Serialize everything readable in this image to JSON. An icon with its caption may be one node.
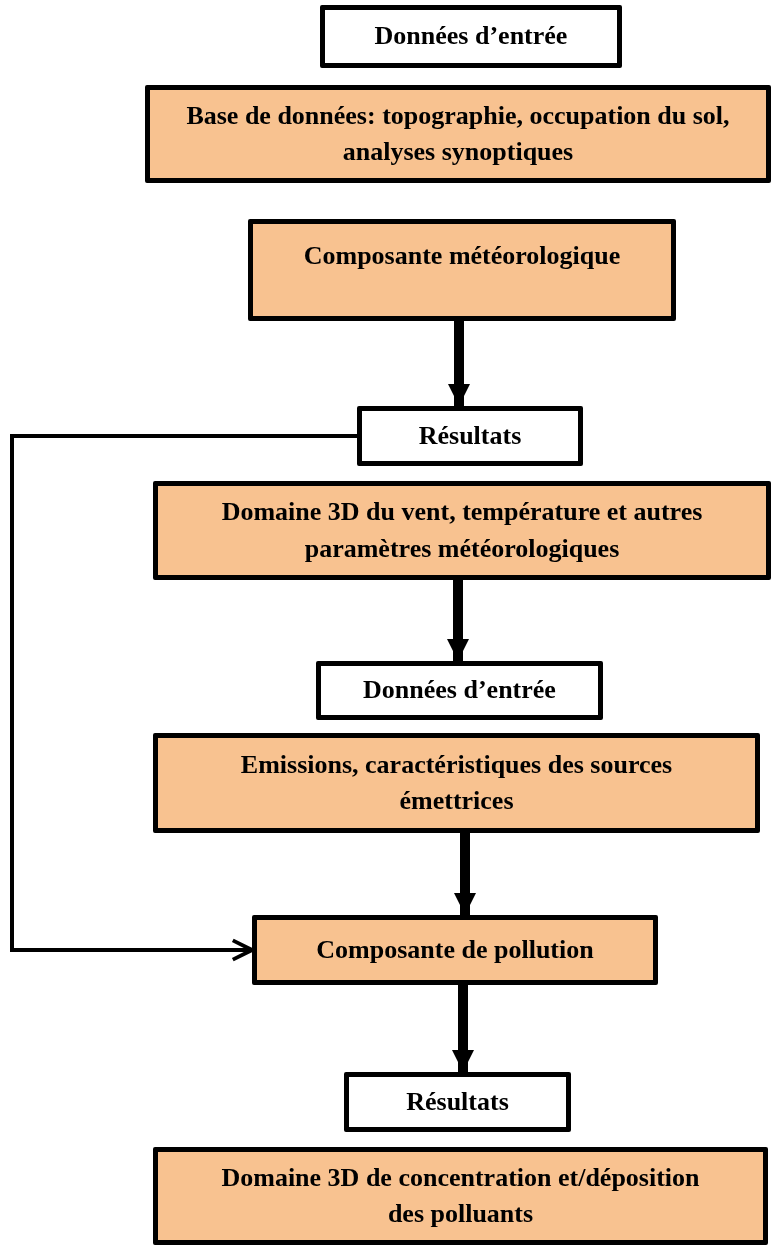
{
  "diagram": {
    "nodes": [
      {
        "text": [
          "Données d’entrée"
        ]
      },
      {
        "text": [
          "Base de données: topographie, occupation du sol, analyses synoptiques"
        ]
      },
      {
        "text": [
          "Composante météorologique"
        ]
      },
      {
        "text": [
          "Résultats"
        ]
      },
      {
        "text": [
          "Domaine 3D du vent, température et autres paramètres météorologiques"
        ]
      },
      {
        "text": [
          "Données d’entrée"
        ]
      },
      {
        "text": [
          "Emissions, caractéristiques des sources émettrices"
        ]
      },
      {
        "text": [
          "Composante de pollution"
        ]
      },
      {
        "text": [
          "Résultats"
        ]
      },
      {
        "text": [
          "Domaine 3D de concentration et/déposition des polluants"
        ]
      }
    ],
    "edges": [
      {
        "from": 2,
        "to": 3,
        "arrow": "to"
      },
      {
        "from": 4,
        "to": 5,
        "arrow": "to"
      },
      {
        "from": 6,
        "to": 7,
        "arrow": "to"
      },
      {
        "from": 7,
        "to": 8,
        "arrow": "to"
      },
      {
        "from": 3,
        "to": 7,
        "arrow": "to"
      }
    ]
  }
}
